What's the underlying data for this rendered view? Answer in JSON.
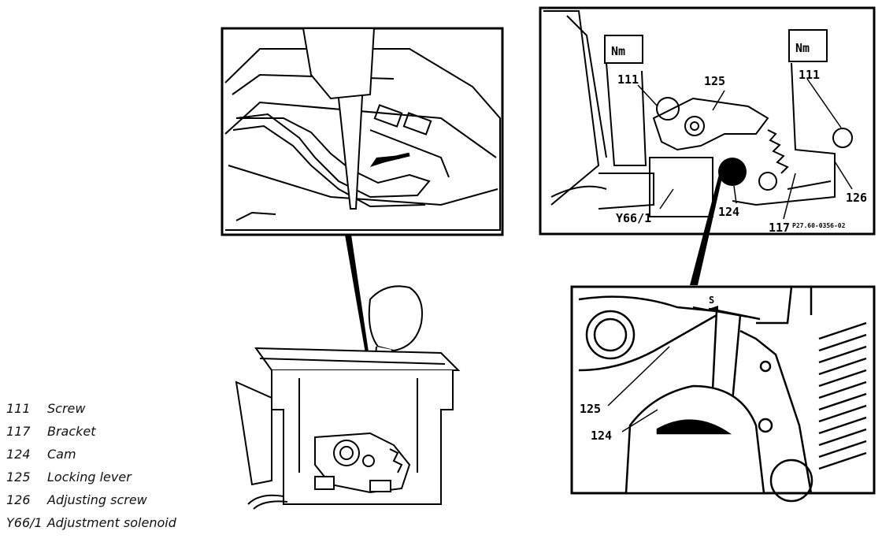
{
  "legend": [
    {
      "number": "111",
      "label": "Screw"
    },
    {
      "number": "117",
      "label": "Bracket"
    },
    {
      "number": "124",
      "label": "Cam"
    },
    {
      "number": "125",
      "label": "Locking lever"
    },
    {
      "number": "126",
      "label": "Adjusting screw"
    },
    {
      "number": "Y66/1",
      "label": "Adjustment solenoid"
    }
  ],
  "callouts": {
    "nm_left": "Nm",
    "nm_right": "Nm",
    "screw_left": "111",
    "screw_right": "111",
    "locking_lever_top": "125",
    "cam_top": "124",
    "bracket": "117",
    "adjusting_screw": "126",
    "solenoid": "Y66/1",
    "figure_code": "P27.60-0356-02",
    "detail_arrow": "S",
    "locking_lever_detail": "125",
    "cam_detail": "124"
  }
}
